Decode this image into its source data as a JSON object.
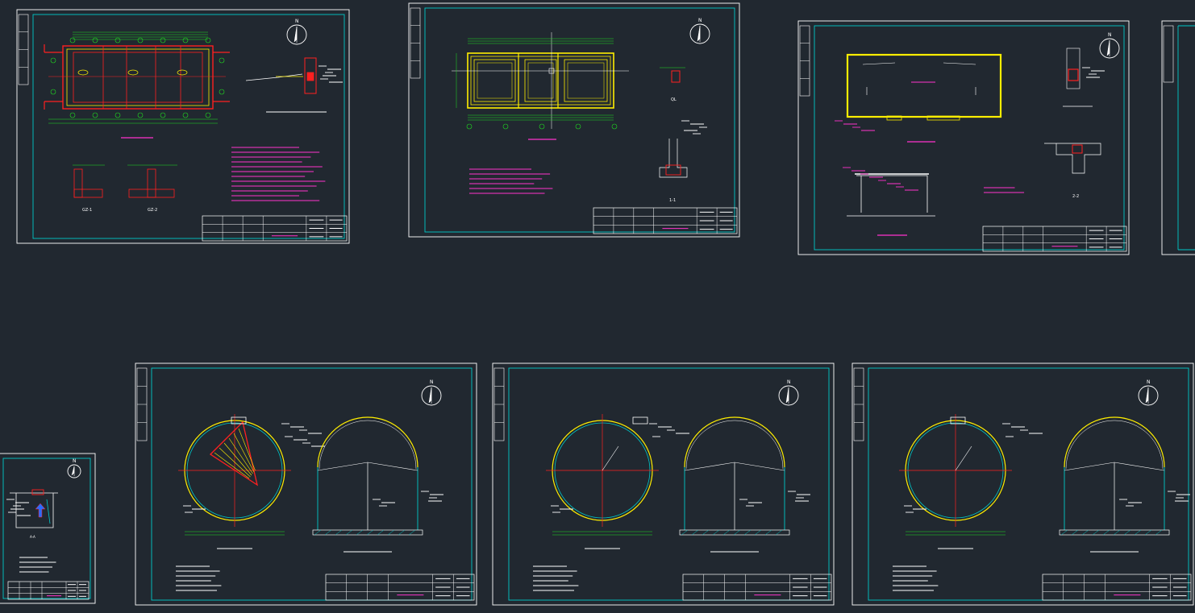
{
  "colors": {
    "background": "#212830",
    "sheet_border": "#ffffff",
    "inner_frame": "#00c8c8",
    "wall": "#ffee00",
    "axis": "#ff2020",
    "dimension": "#20e020",
    "note": "#ff33cc",
    "annotation": "#ffffff"
  },
  "sheets": [
    {
      "id": "sheet-1",
      "kind": "rect-plan"
    },
    {
      "id": "sheet-2",
      "kind": "frame-plan"
    },
    {
      "id": "sheet-3",
      "kind": "roof-plan"
    },
    {
      "id": "sheet-4",
      "kind": "partial"
    },
    {
      "id": "sheet-5",
      "kind": "small-detail"
    },
    {
      "id": "sheet-6",
      "kind": "tank-detail"
    },
    {
      "id": "sheet-7",
      "kind": "tank"
    },
    {
      "id": "sheet-8",
      "kind": "tank"
    }
  ],
  "labels": {
    "north": "N",
    "section_1_1": "1-1",
    "section_2_2": "2-2",
    "section_a_a": "A-A",
    "gz1": "GZ-1",
    "gz2": "GZ-2",
    "ql": "QL"
  }
}
